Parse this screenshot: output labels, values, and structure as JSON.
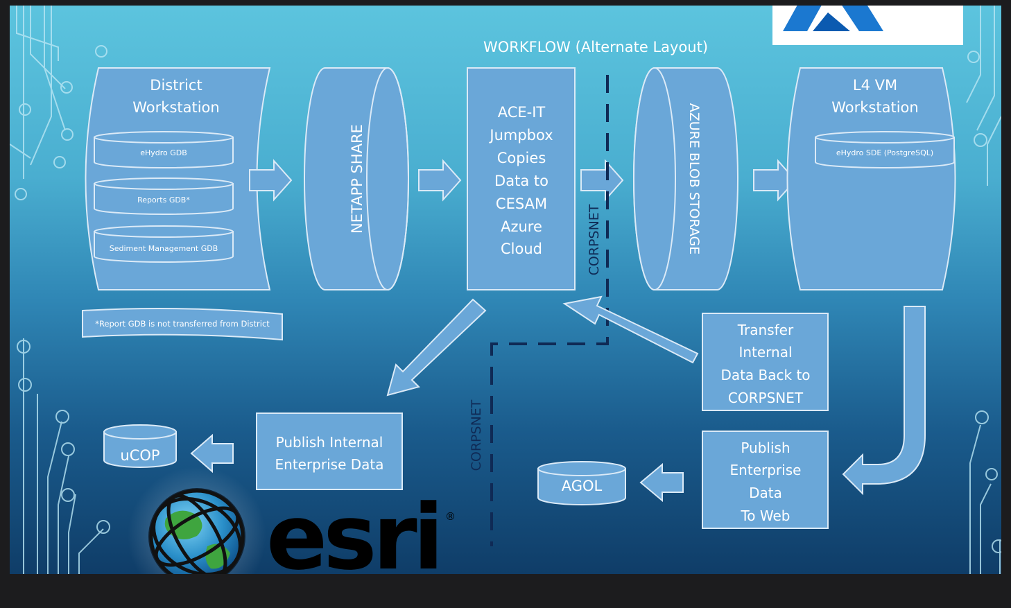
{
  "title": "WORKFLOW (Alternate Layout)",
  "district": {
    "title_lines": [
      "District",
      "Workstation"
    ],
    "dbs": [
      "eHydro GDB",
      "Reports GDB*",
      "Sediment Management GDB"
    ]
  },
  "footnote": "*Report GDB is not transferred  from District",
  "netapp": "NETAPP SHARE",
  "aceit": {
    "lines": [
      "ACE-IT",
      "Jumpbox",
      "Copies",
      "Data to",
      "CESAM",
      "Azure",
      "Cloud"
    ]
  },
  "corpsnet_label": "CORPSNET",
  "azure_blob": "AZURE BLOB STORAGE",
  "l4vm": {
    "title_lines": [
      "L4 VM",
      "Workstation"
    ],
    "db": "eHydro SDE (PostgreSQL)"
  },
  "transfer": {
    "lines": [
      "Transfer",
      "Internal",
      "Data Back to",
      "CORPSNET"
    ]
  },
  "publish_web": {
    "lines": [
      "Publish",
      "Enterprise",
      "Data",
      "To Web"
    ]
  },
  "publish_internal": {
    "lines": [
      "Publish Internal",
      "Enterprise Data"
    ]
  },
  "ucop": "uCOP",
  "agol": "AGOL",
  "esri_logo_text": "esri",
  "colors": {
    "box_fill": "#6aa7d8",
    "box_stroke": "#dbeaf7",
    "dashed_line": "#0f2a55",
    "text": "#ffffff"
  }
}
